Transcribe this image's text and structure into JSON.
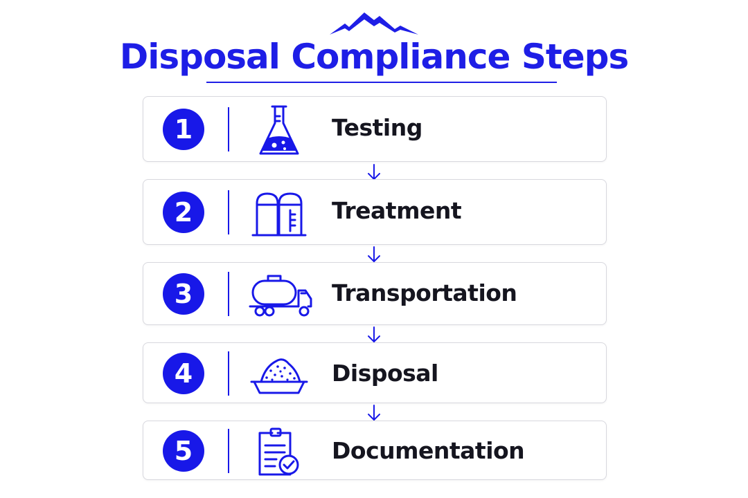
{
  "title": "Disposal Compliance Steps",
  "colors": {
    "accent": "#1818e8",
    "text": "#15151f",
    "card_border": "#d8d8de"
  },
  "steps": [
    {
      "number": "1",
      "label": "Testing",
      "icon": "flask-icon"
    },
    {
      "number": "2",
      "label": "Treatment",
      "icon": "treatment-tanks-icon"
    },
    {
      "number": "3",
      "label": "Transportation",
      "icon": "tanker-truck-icon"
    },
    {
      "number": "4",
      "label": "Disposal",
      "icon": "waste-pile-icon"
    },
    {
      "number": "5",
      "label": "Documentation",
      "icon": "clipboard-check-icon"
    }
  ]
}
